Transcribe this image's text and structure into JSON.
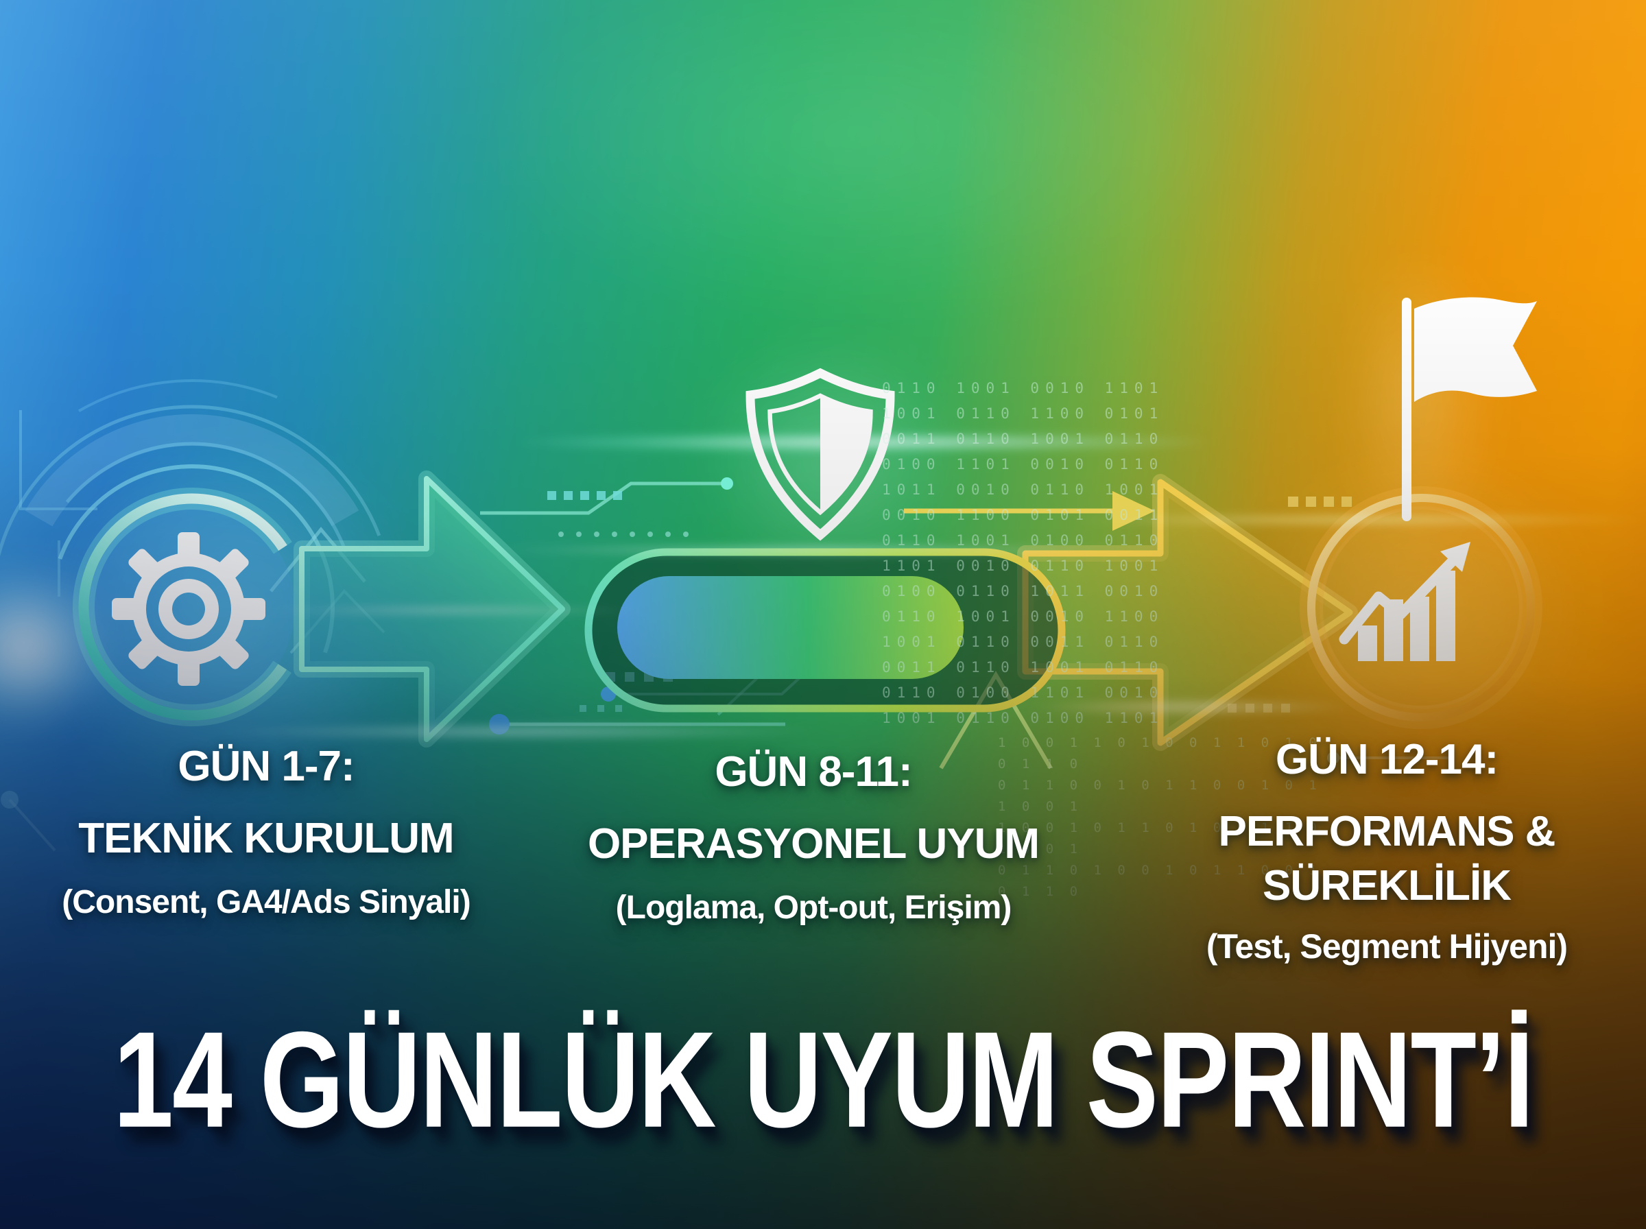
{
  "stages": [
    {
      "day_range": "GÜN 1-7:",
      "title_lines": [
        "TEKNİK KURULUM"
      ],
      "subtitle": "(Consent, GA4/Ads Sinyali)",
      "icon": "gear-icon"
    },
    {
      "day_range": "GÜN 8-11:",
      "title_lines": [
        "OPERASYONEL UYUM"
      ],
      "subtitle": "(Loglama, Opt-out, Erişim)",
      "icon": "shield-icon"
    },
    {
      "day_range": "GÜN 12-14:",
      "title_lines": [
        "PERFORMANS &",
        "SÜREKLİLİK"
      ],
      "subtitle": "(Test, Segment Hijyeni)",
      "icon": "growth-chart-icon"
    }
  ],
  "footer": {
    "title": "14 GÜNLÜK UYUM SPRINT’İ"
  },
  "decor": {
    "binary_block_1": "0110 1001 0010 1101\n1001 0110 1100 0101\n0011 0110 1001 0110\n0100 1101 0010 0110\n1011 0010 0110 1001\n0010 1100 0101 0011\n0110 1001 0100 0110\n1101 0010 0110 1001\n0100 0110 1011 0010\n0110 1001 0010 1100\n1001 0110 0011 0110\n0011 0110 1001 0110\n0110 0100 1101 0010\n1001 0110 0100 1101",
    "binary_block_2": "1 0 0 1 1 0 1 0 0 1 1 0 1 0 0 1 1 0\n0 1 1 0 0 1 0 1 1 0 0 1 0 1 1 0 0 1\n1 0 0 1 0 1 1 0 1 0 0 1 1 0 1 0 0 1\n0 1 1 0 1 0 0 1 0 1 1 0 0 1 0 1 1 0"
  },
  "colors": {
    "blue": "#2b84d2",
    "green": "#27ac63",
    "orange": "#f2930b",
    "cyan_accent": "#6ff0d6",
    "gold_accent": "#ffd952"
  }
}
